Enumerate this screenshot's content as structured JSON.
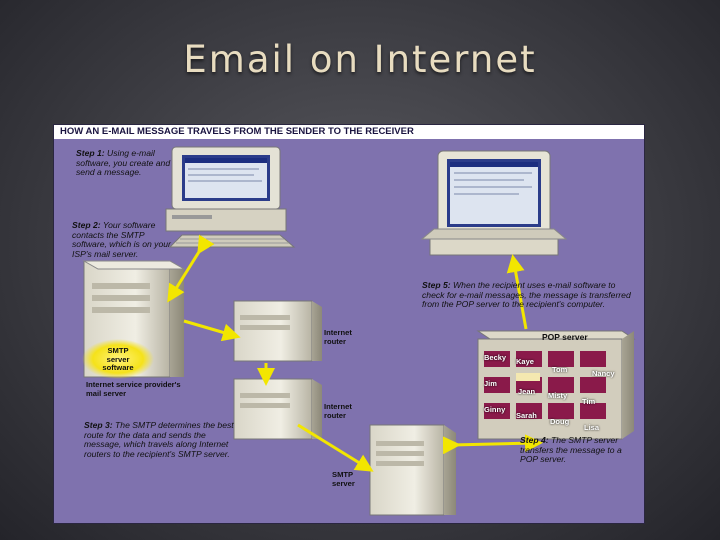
{
  "slide": {
    "title": "Email on Internet"
  },
  "figure": {
    "header": "HOW AN E-MAIL MESSAGE TRAVELS FROM THE SENDER TO THE RECEIVER",
    "steps": [
      {
        "title": "Step 1:",
        "text": "Using e-mail software, you create and send a message."
      },
      {
        "title": "Step 2:",
        "text": "Your software contacts the SMTP software, which is on your ISP's mail server."
      },
      {
        "title": "Step 3:",
        "text": "The SMTP determines the best route for the data and sends the message, which travels along Internet routers to the recipient's SMTP server."
      },
      {
        "title": "Step 4:",
        "text": "The SMTP server transfers the message to a POP server."
      },
      {
        "title": "Step 5:",
        "text": "When the recipient uses e-mail software to check for e-mail messages, the message is transferred from the POP server to the recipient's computer."
      }
    ],
    "labels": {
      "smtp_software": "SMTP server software",
      "isp_server": "Internet service provider's mail server",
      "router1": "Internet router",
      "router2": "Internet router",
      "smtp_server": "SMTP server",
      "pop_server": "POP server"
    },
    "pop_names": [
      "Becky",
      "Kaye",
      "Tom",
      "Nancy",
      "Jim",
      "Jean",
      "Misty",
      "Tim",
      "Ginny",
      "Sarah",
      "Doug",
      "Lisa"
    ],
    "colors": {
      "background": "#7f72ae",
      "arrow": "#f2e600",
      "highlight": "#f5e21a"
    }
  }
}
